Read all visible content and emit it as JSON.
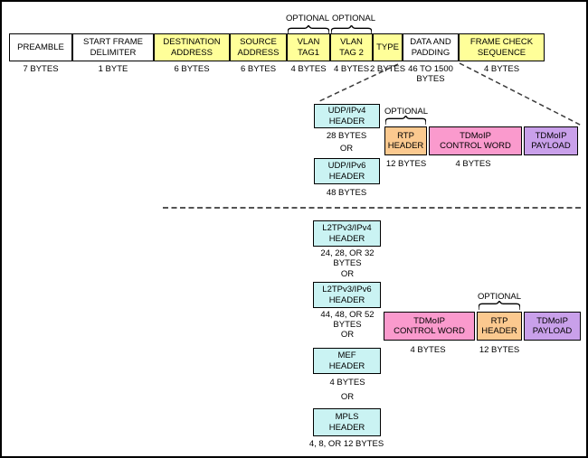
{
  "frame": {
    "optional_label": "OPTIONAL",
    "fields": [
      {
        "label": "PREAMBLE",
        "size": "7 BYTES"
      },
      {
        "label": "START FRAME\nDELIMITER",
        "size": "1 BYTE"
      },
      {
        "label": "DESTINATION\nADDRESS",
        "size": "6 BYTES"
      },
      {
        "label": "SOURCE\nADDRESS",
        "size": "6 BYTES"
      },
      {
        "label": "VLAN\nTAG1",
        "size": "4 BYTES"
      },
      {
        "label": "VLAN\nTAG 2",
        "size": "4 BYTES"
      },
      {
        "label": "TYPE",
        "size": "2 BYTES"
      },
      {
        "label": "DATA AND\nPADDING",
        "size": "46 TO 1500\nBYTES"
      },
      {
        "label": "FRAME CHECK\nSEQUENCE",
        "size": "4 BYTES"
      }
    ]
  },
  "udp_section": {
    "optional_label": "OPTIONAL",
    "or_label": "OR",
    "udp_ipv4": {
      "label": "UDP/IPv4\nHEADER",
      "size": "28 BYTES"
    },
    "udp_ipv6": {
      "label": "UDP/IPv6\nHEADER",
      "size": "48 BYTES"
    },
    "rtp": {
      "label": "RTP\nHEADER",
      "size": "12 BYTES"
    },
    "control_word": {
      "label": "TDMoIP\nCONTROL WORD",
      "size": "4 BYTES"
    },
    "payload": {
      "label": "TDMoIP\nPAYLOAD"
    }
  },
  "l2tp_section": {
    "optional_label": "OPTIONAL",
    "or_label": "OR",
    "l2tp_ipv4": {
      "label": "L2TPv3/IPv4\nHEADER",
      "size": "24, 28, OR 32\nBYTES"
    },
    "l2tp_ipv6": {
      "label": "L2TPv3/IPv6\nHEADER",
      "size": "44, 48, OR 52\nBYTES"
    },
    "mef": {
      "label": "MEF\nHEADER",
      "size": "4 BYTES"
    },
    "mpls": {
      "label": "MPLS\nHEADER",
      "size": "4, 8, OR 12 BYTES"
    },
    "control_word": {
      "label": "TDMoIP\nCONTROL WORD",
      "size": "4 BYTES"
    },
    "rtp": {
      "label": "RTP\nHEADER",
      "size": "12 BYTES"
    },
    "payload": {
      "label": "TDMoIP\nPAYLOAD"
    }
  },
  "colors": {
    "white": "#FFFFFF",
    "yellow": "#FFFF99",
    "cyan": "#CAF3F3",
    "orange": "#FBC98F",
    "pink": "#FA9ACD",
    "purple": "#C9A0EA"
  }
}
